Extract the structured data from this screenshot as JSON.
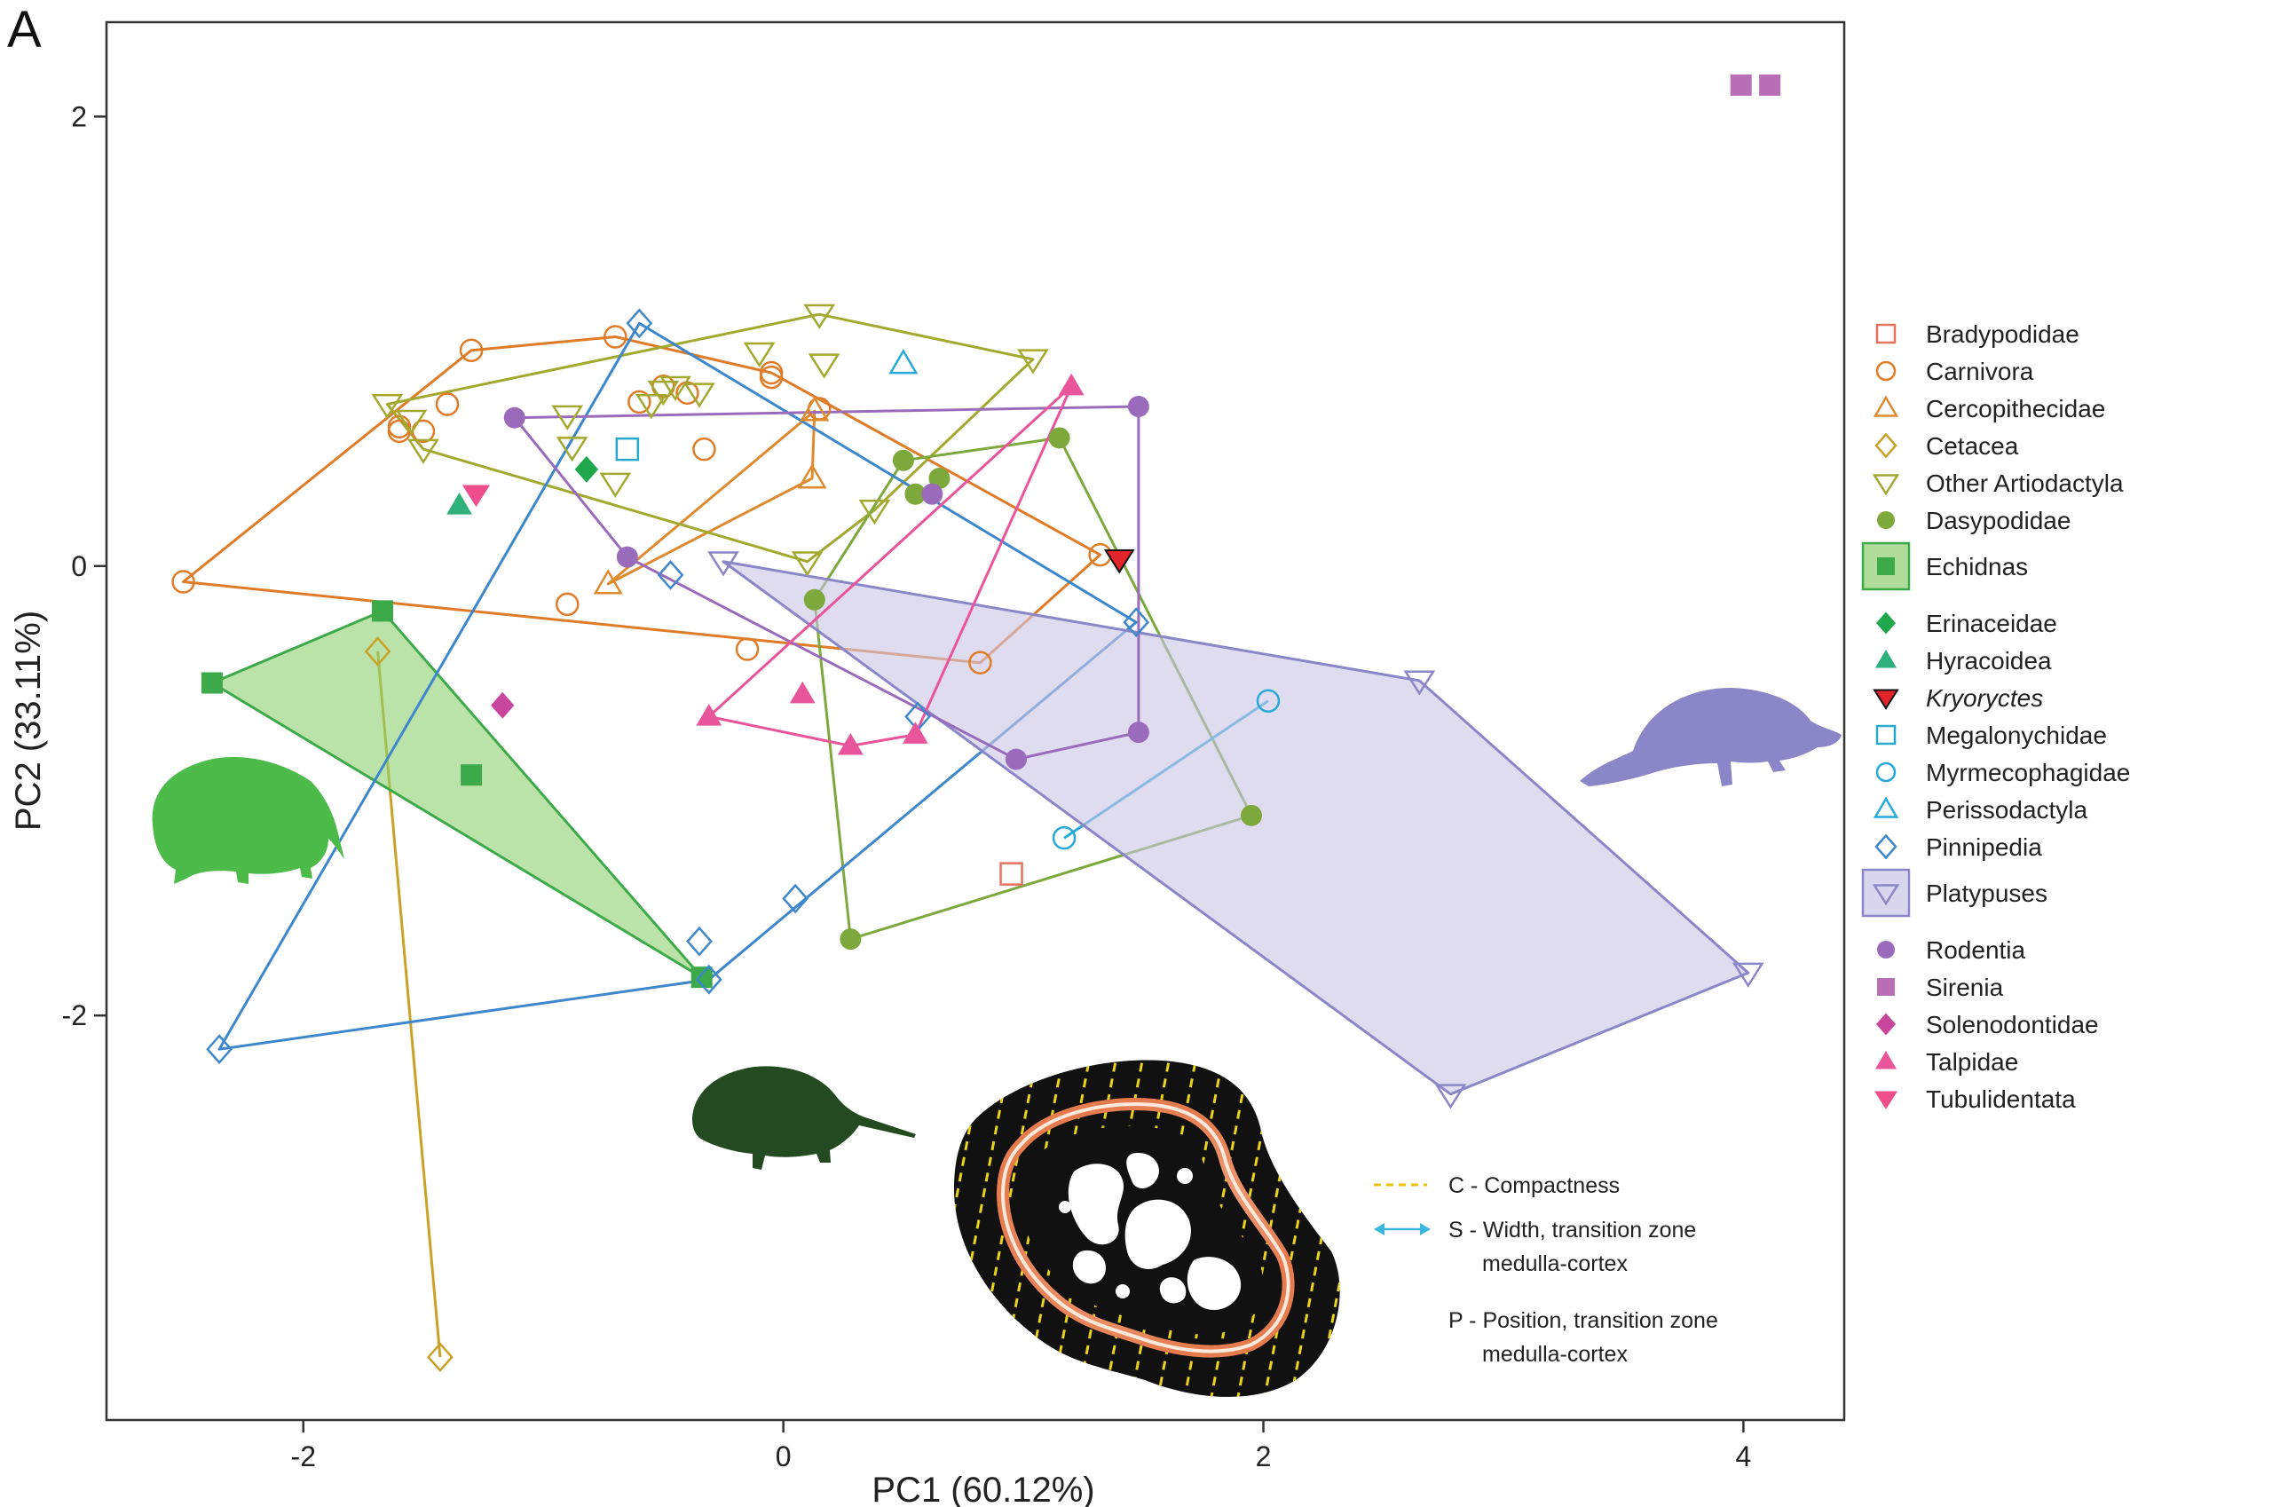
{
  "panel_label": "A",
  "chart_data": {
    "type": "scatter",
    "xlabel": "PC1 (60.12%)",
    "ylabel": "PC2 (33.11%)",
    "xlim": [
      -2.82,
      4.42
    ],
    "ylim": [
      -3.8,
      2.42
    ],
    "xticks": [
      -2,
      0,
      2,
      4
    ],
    "yticks": [
      -2,
      0,
      2
    ],
    "grid": false,
    "legend_position": "right",
    "series": [
      {
        "name": "Bradypodidae",
        "color": "#E8705F",
        "shape": "square",
        "filled": false,
        "points": [
          [
            0.95,
            -1.37
          ]
        ],
        "hull": null
      },
      {
        "name": "Carnivora",
        "color": "#E07B27",
        "shape": "circle",
        "filled": false,
        "points": [
          [
            -2.5,
            -0.07
          ],
          [
            -1.3,
            0.96
          ],
          [
            -0.7,
            1.02
          ],
          [
            -1.4,
            0.72
          ],
          [
            -1.6,
            0.62
          ],
          [
            -1.5,
            0.6
          ],
          [
            -1.6,
            0.6
          ],
          [
            -0.6,
            0.73
          ],
          [
            -0.5,
            0.8
          ],
          [
            -0.4,
            0.77
          ],
          [
            -0.33,
            0.52
          ],
          [
            -0.05,
            0.86
          ],
          [
            -0.05,
            0.84
          ],
          [
            0.15,
            0.7
          ],
          [
            -0.9,
            -0.17
          ],
          [
            -0.15,
            -0.37
          ],
          [
            0.82,
            -0.43
          ],
          [
            1.32,
            0.05
          ]
        ],
        "hull": [
          [
            -2.5,
            -0.07
          ],
          [
            -1.3,
            0.96
          ],
          [
            -0.7,
            1.02
          ],
          [
            -0.05,
            0.86
          ],
          [
            1.32,
            0.05
          ],
          [
            0.82,
            -0.43
          ]
        ]
      },
      {
        "name": "Cercopithecidae",
        "color": "#DE8A2E",
        "shape": "triangle-up",
        "filled": false,
        "points": [
          [
            -0.73,
            -0.08
          ],
          [
            0.12,
            0.39
          ],
          [
            0.13,
            0.69
          ]
        ],
        "hull": [
          [
            -0.73,
            -0.08
          ],
          [
            0.12,
            0.39
          ],
          [
            0.13,
            0.69
          ]
        ]
      },
      {
        "name": "Cetacea",
        "color": "#C9A227",
        "shape": "diamond",
        "filled": false,
        "points": [
          [
            -1.69,
            -0.38
          ],
          [
            -1.43,
            -3.52
          ]
        ],
        "hull": [
          [
            -1.69,
            -0.38
          ],
          [
            -1.43,
            -3.52
          ]
        ]
      },
      {
        "name": "Other Artiodactyla",
        "color": "#A3A82E",
        "shape": "triangle-down",
        "filled": false,
        "points": [
          [
            -1.65,
            0.72
          ],
          [
            -1.55,
            0.65
          ],
          [
            -1.5,
            0.52
          ],
          [
            -0.9,
            0.67
          ],
          [
            -0.88,
            0.53
          ],
          [
            -0.7,
            0.37
          ],
          [
            -0.55,
            0.72
          ],
          [
            -0.5,
            0.78
          ],
          [
            -0.45,
            0.8
          ],
          [
            -0.35,
            0.77
          ],
          [
            -0.1,
            0.95
          ],
          [
            0.15,
            1.12
          ],
          [
            0.17,
            0.9
          ],
          [
            0.1,
            0.02
          ],
          [
            0.38,
            0.25
          ],
          [
            1.04,
            0.92
          ]
        ],
        "hull": [
          [
            -1.65,
            0.72
          ],
          [
            0.15,
            1.12
          ],
          [
            1.04,
            0.92
          ],
          [
            0.38,
            0.25
          ],
          [
            0.1,
            0.02
          ],
          [
            -1.5,
            0.52
          ]
        ]
      },
      {
        "name": "Dasypodidae",
        "color": "#7CA83C",
        "shape": "circle",
        "filled": true,
        "points": [
          [
            0.13,
            -0.15
          ],
          [
            0.5,
            0.47
          ],
          [
            0.55,
            0.32
          ],
          [
            0.65,
            0.39
          ],
          [
            1.15,
            0.57
          ],
          [
            1.95,
            -1.11
          ],
          [
            0.28,
            -1.66
          ]
        ],
        "hull": [
          [
            0.13,
            -0.15
          ],
          [
            0.5,
            0.47
          ],
          [
            1.15,
            0.57
          ],
          [
            1.95,
            -1.11
          ],
          [
            0.28,
            -1.66
          ]
        ]
      },
      {
        "name": "Echidnas",
        "color": "#3DAA4A",
        "shape": "square",
        "filled": true,
        "boxed": true,
        "points": [
          [
            -2.38,
            -0.52
          ],
          [
            -1.67,
            -0.2
          ],
          [
            -1.3,
            -0.93
          ],
          [
            -0.34,
            -1.83
          ]
        ],
        "hull": [
          [
            -2.38,
            -0.52
          ],
          [
            -1.67,
            -0.2
          ],
          [
            -0.34,
            -1.83
          ]
        ]
      },
      {
        "name": "Erinaceidae",
        "color": "#1EA84B",
        "shape": "diamond",
        "filled": true,
        "points": [
          [
            -0.82,
            0.43
          ]
        ],
        "hull": null
      },
      {
        "name": "Hyracoidea",
        "color": "#2DB07A",
        "shape": "triangle-up",
        "filled": true,
        "points": [
          [
            -1.35,
            0.27
          ]
        ],
        "hull": null
      },
      {
        "name": "Kryoryctes",
        "color": "#E3242B",
        "shape": "triangle-down",
        "filled": true,
        "italic": true,
        "points": [
          [
            1.4,
            0.03
          ]
        ],
        "hull": null
      },
      {
        "name": "Megalonychidae",
        "color": "#27A9C9",
        "shape": "square",
        "filled": false,
        "points": [
          [
            -0.65,
            0.52
          ]
        ],
        "hull": null
      },
      {
        "name": "Myrmecophagidae",
        "color": "#27A9D9",
        "shape": "circle",
        "filled": false,
        "points": [
          [
            1.17,
            -1.21
          ],
          [
            2.02,
            -0.6
          ]
        ],
        "hull": [
          [
            1.17,
            -1.21
          ],
          [
            2.02,
            -0.6
          ]
        ]
      },
      {
        "name": "Perissodactyla",
        "color": "#27A9D9",
        "shape": "triangle-up",
        "filled": false,
        "points": [
          [
            0.5,
            0.9
          ]
        ],
        "hull": null
      },
      {
        "name": "Pinnipedia",
        "color": "#3D87CC",
        "shape": "diamond",
        "filled": false,
        "points": [
          [
            -0.6,
            1.08
          ],
          [
            -0.47,
            -0.04
          ],
          [
            -0.35,
            -1.67
          ],
          [
            -0.31,
            -1.84
          ],
          [
            0.05,
            -1.48
          ],
          [
            0.56,
            -0.67
          ],
          [
            1.47,
            -0.25
          ],
          [
            -2.35,
            -2.15
          ]
        ],
        "hull": [
          [
            -0.6,
            1.08
          ],
          [
            1.47,
            -0.25
          ],
          [
            -0.31,
            -1.84
          ],
          [
            -2.35,
            -2.15
          ]
        ]
      },
      {
        "name": "Platypuses",
        "color": "#8B86C8",
        "shape": "triangle-down",
        "filled": false,
        "boxed": true,
        "points": [
          [
            -0.25,
            0.02
          ],
          [
            2.65,
            -0.51
          ],
          [
            4.02,
            -1.81
          ],
          [
            2.78,
            -2.35
          ]
        ],
        "hull": [
          [
            -0.25,
            0.02
          ],
          [
            2.65,
            -0.51
          ],
          [
            4.02,
            -1.81
          ],
          [
            2.78,
            -2.35
          ]
        ]
      },
      {
        "name": "Rodentia",
        "color": "#9B6BBB",
        "shape": "circle",
        "filled": true,
        "points": [
          [
            -1.12,
            0.66
          ],
          [
            -0.65,
            0.04
          ],
          [
            0.62,
            0.32
          ],
          [
            1.48,
            0.71
          ],
          [
            1.48,
            -0.74
          ],
          [
            0.97,
            -0.86
          ]
        ],
        "hull": [
          [
            -1.12,
            0.66
          ],
          [
            1.48,
            0.71
          ],
          [
            1.48,
            -0.74
          ],
          [
            0.97,
            -0.86
          ],
          [
            -0.65,
            0.04
          ]
        ]
      },
      {
        "name": "Sirenia",
        "color": "#B86FB5",
        "shape": "square",
        "filled": true,
        "points": [
          [
            3.99,
            2.14
          ],
          [
            4.11,
            2.14
          ]
        ],
        "hull": null
      },
      {
        "name": "Solenodontidae",
        "color": "#C8469B",
        "shape": "diamond",
        "filled": true,
        "points": [
          [
            -1.17,
            -0.62
          ]
        ],
        "hull": null
      },
      {
        "name": "Talpidae",
        "color": "#E8559B",
        "shape": "triangle-up",
        "filled": true,
        "points": [
          [
            -0.31,
            -0.67
          ],
          [
            0.08,
            -0.57
          ],
          [
            0.28,
            -0.8
          ],
          [
            0.55,
            -0.75
          ],
          [
            1.2,
            0.8
          ]
        ],
        "hull": [
          [
            -0.31,
            -0.67
          ],
          [
            1.2,
            0.8
          ],
          [
            0.55,
            -0.75
          ],
          [
            0.28,
            -0.8
          ]
        ]
      },
      {
        "name": "Tubulidentata",
        "color": "#EE4F8A",
        "shape": "triangle-down",
        "filled": true,
        "points": [
          [
            -1.28,
            0.32
          ]
        ],
        "hull": null
      }
    ],
    "inset_legend": [
      {
        "label": "C - Compactness",
        "style": "dashed-yellow"
      },
      {
        "label": "S - Width, transition zone",
        "label2": "medulla-cortex",
        "style": "double-arrow-cyan"
      },
      {
        "label": "P - Position, transition zone",
        "label2": "medulla-cortex",
        "style": "gradient-line"
      }
    ]
  },
  "colors": {
    "echidna_fill": "#8ECF6E",
    "platypus_fill": "#CBC5E6",
    "silhouette_echidna": "#4DBB4A",
    "silhouette_longbeak": "#234A20",
    "silhouette_platypus": "#8B86C8"
  },
  "illustrations": [
    "short-beaked-echidna-silhouette",
    "long-beaked-echidna-silhouette",
    "platypus-silhouette",
    "bone-cross-section"
  ]
}
